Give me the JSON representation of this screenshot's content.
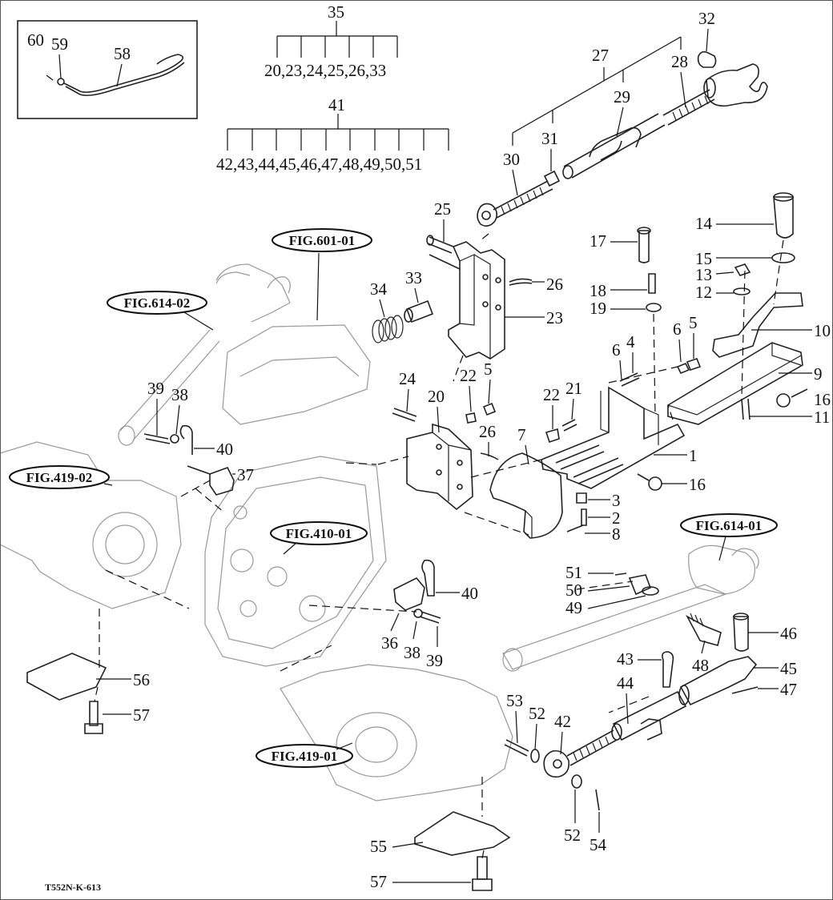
{
  "diagram": {
    "code": "T552N-K-613",
    "fig_refs": {
      "fig601": "FIG.601-01",
      "fig614_02": "FIG.614-02",
      "fig419_02": "FIG.419-02",
      "fig410": "FIG.410-01",
      "fig614_01": "FIG.614-01",
      "fig419_01": "FIG.419-01"
    },
    "groups": {
      "g35": {
        "label": "35",
        "members": "20,23,24,25,26,33"
      },
      "g41": {
        "label": "41",
        "members": "42,43,44,45,46,47,48,49,50,51"
      },
      "g27": {
        "label": "27"
      }
    },
    "inset": {
      "n60": "60",
      "n59": "59",
      "n58": "58"
    },
    "parts": {
      "p1": "1",
      "p2": "2",
      "p3": "3",
      "p4": "4",
      "p5a": "5",
      "p5b": "5",
      "p6": "6",
      "p7": "7",
      "p8": "8",
      "p9": "9",
      "p10": "10",
      "p11": "11",
      "p12": "12",
      "p13": "13",
      "p14": "14",
      "p15": "15",
      "p16a": "16",
      "p16b": "16",
      "p17": "17",
      "p18": "18",
      "p19": "19",
      "p20": "20",
      "p21": "21",
      "p22a": "22",
      "p22b": "22",
      "p23": "23",
      "p24": "24",
      "p25": "25",
      "p26a": "26",
      "p26b": "26",
      "p28": "28",
      "p29": "29",
      "p30": "30",
      "p31": "31",
      "p32": "32",
      "p33": "33",
      "p34": "34",
      "p36": "36",
      "p37": "37",
      "p38a": "38",
      "p38b": "38",
      "p39a": "39",
      "p39b": "39",
      "p40a": "40",
      "p40b": "40",
      "p42": "42",
      "p43": "43",
      "p44": "44",
      "p45": "45",
      "p46": "46",
      "p47": "47",
      "p48": "48",
      "p49": "49",
      "p50": "50",
      "p51": "51",
      "p52a": "52",
      "p52b": "52",
      "p53": "53",
      "p54": "54",
      "p55": "55",
      "p56": "56",
      "p57a": "57",
      "p57b": "57"
    }
  }
}
